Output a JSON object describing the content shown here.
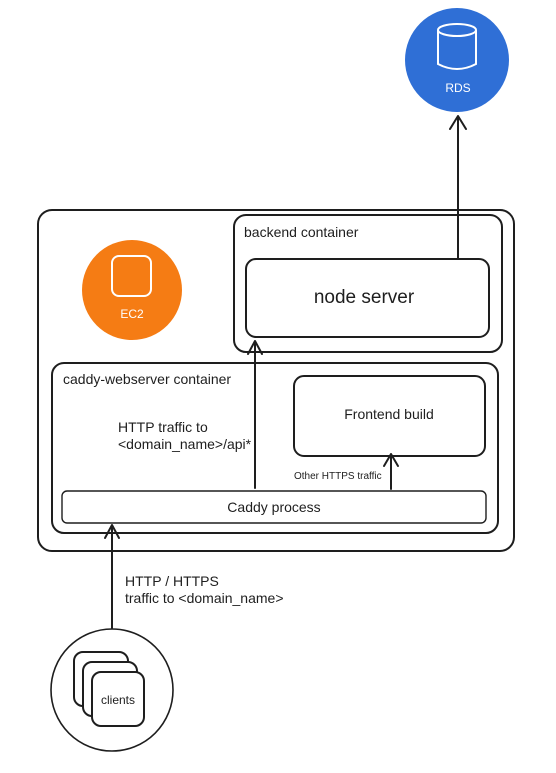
{
  "rds": {
    "label": "RDS",
    "color": "#2f6fd6",
    "icon": "database-icon"
  },
  "ec2": {
    "label": "EC2",
    "color": "#f57c14",
    "icon": "instance-icon"
  },
  "backend": {
    "title": "backend container",
    "node_server": "node server"
  },
  "caddy": {
    "title": "caddy-webserver container",
    "process": "Caddy process",
    "frontend": "Frontend build",
    "api_traffic_line1": "HTTP traffic to",
    "api_traffic_line2": "<domain_name>/api*",
    "other_traffic": "Other HTTPS traffic"
  },
  "clients": {
    "label": "clients",
    "traffic_line1": "HTTP / HTTPS",
    "traffic_line2": "traffic to <domain_name>"
  }
}
